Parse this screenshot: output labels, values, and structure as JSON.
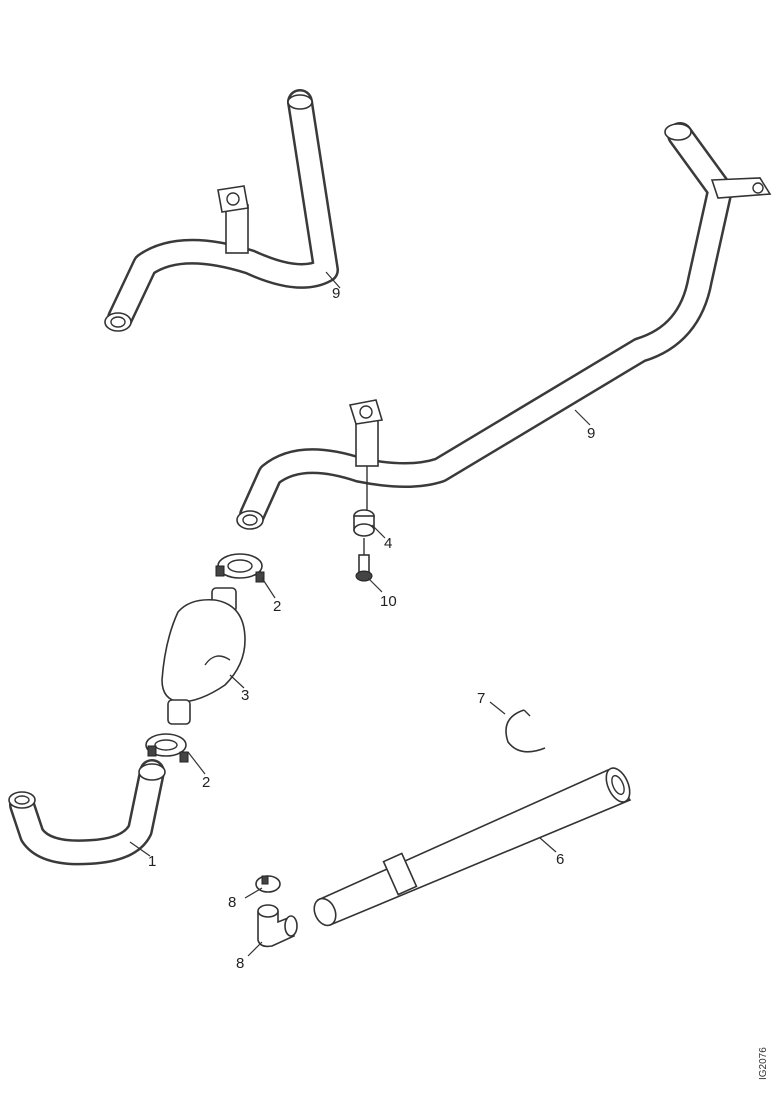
{
  "diagram": {
    "reference_code": "IG2076",
    "callouts": {
      "pipe_front": "1",
      "clamp_front": "2",
      "clamp_rear": "2",
      "silencer": "3",
      "rubber_mount": "4",
      "tail_pipe": "6",
      "ring_clamp": "7",
      "elbow_clamp": "8",
      "elbow": "8",
      "pipe_upper_left": "9",
      "pipe_upper_right": "9",
      "bolt": "10"
    }
  }
}
